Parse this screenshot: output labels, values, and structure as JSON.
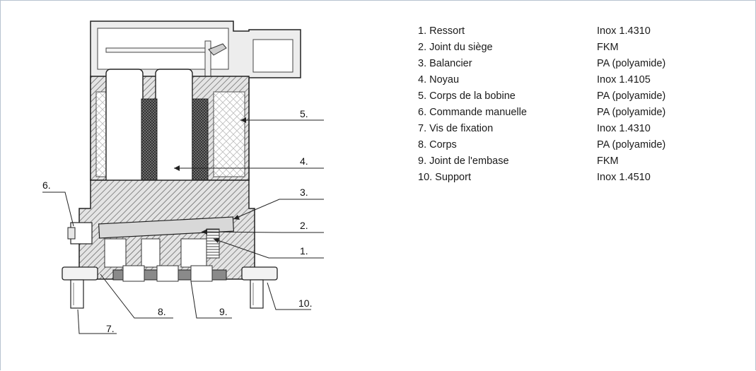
{
  "callouts": {
    "c1": "1.",
    "c2": "2.",
    "c3": "3.",
    "c4": "4.",
    "c5": "5.",
    "c6": "6.",
    "c7": "7.",
    "c8": "8.",
    "c9": "9.",
    "c10": "10."
  },
  "parts": [
    {
      "name": "1. Ressort",
      "material": "Inox 1.4310"
    },
    {
      "name": "2. Joint du siège",
      "material": "FKM"
    },
    {
      "name": "3. Balancier",
      "material": "PA (polyamide)"
    },
    {
      "name": "4. Noyau",
      "material": "Inox 1.4105"
    },
    {
      "name": "5. Corps de la bobine",
      "material": "PA (polyamide)"
    },
    {
      "name": "6. Commande manuelle",
      "material": "PA (polyamide)"
    },
    {
      "name": "7. Vis de fixation",
      "material": "Inox 1.4310"
    },
    {
      "name": "8. Corps",
      "material": "PA (polyamide)"
    },
    {
      "name": "9. Joint de l'embase",
      "material": "FKM"
    },
    {
      "name": "10. Support",
      "material": "Inox 1.4510"
    }
  ],
  "colors": {
    "frame": "#b7c3d0",
    "hatch": "#555555",
    "body_fill": "#e9e9e9",
    "line": "#222222"
  }
}
